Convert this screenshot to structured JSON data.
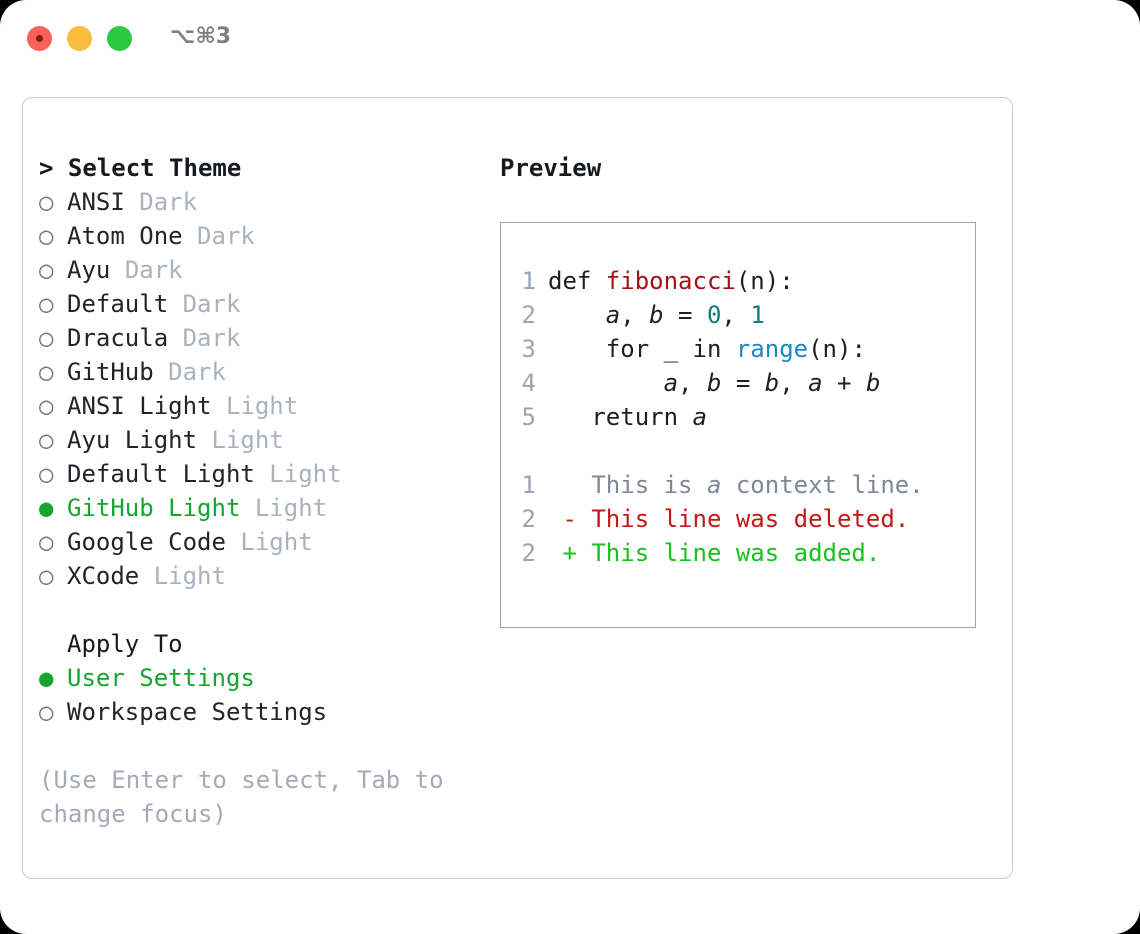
{
  "titlebar": {
    "shortcut": "⌥⌘3",
    "buttons": [
      "close",
      "minimize",
      "maximize"
    ]
  },
  "left": {
    "heading": "> Select Theme",
    "themes": [
      {
        "bullet": "○",
        "name": "ANSI",
        "variant": "Dark",
        "selected": false
      },
      {
        "bullet": "○",
        "name": "Atom One",
        "variant": "Dark",
        "selected": false
      },
      {
        "bullet": "○",
        "name": "Ayu",
        "variant": "Dark",
        "selected": false
      },
      {
        "bullet": "○",
        "name": "Default",
        "variant": "Dark",
        "selected": false
      },
      {
        "bullet": "○",
        "name": "Dracula",
        "variant": "Dark",
        "selected": false
      },
      {
        "bullet": "○",
        "name": "GitHub",
        "variant": "Dark",
        "selected": false
      },
      {
        "bullet": "○",
        "name": "ANSI Light",
        "variant": "Light",
        "selected": false
      },
      {
        "bullet": "○",
        "name": "Ayu Light",
        "variant": "Light",
        "selected": false
      },
      {
        "bullet": "○",
        "name": "Default Light",
        "variant": "Light",
        "selected": false
      },
      {
        "bullet": "●",
        "name": "GitHub Light",
        "variant": "Light",
        "selected": true
      },
      {
        "bullet": "○",
        "name": "Google Code",
        "variant": "Light",
        "selected": false
      },
      {
        "bullet": "○",
        "name": "XCode",
        "variant": "Light",
        "selected": false
      }
    ],
    "apply_to_heading": "Apply To",
    "apply_to": [
      {
        "bullet": "●",
        "name": "User Settings",
        "selected": true
      },
      {
        "bullet": "○",
        "name": "Workspace Settings",
        "selected": false
      }
    ],
    "hint": "(Use Enter to select, Tab to change focus)"
  },
  "right": {
    "preview_label": "Preview",
    "code_lines": [
      {
        "num": "1",
        "tokens": [
          {
            "t": "def ",
            "c": "plain"
          },
          {
            "t": "fibonacci",
            "c": "fn"
          },
          {
            "t": "(n):",
            "c": "plain"
          }
        ]
      },
      {
        "num": "2",
        "tokens": [
          {
            "t": "    ",
            "c": "plain"
          },
          {
            "t": "a",
            "c": "var"
          },
          {
            "t": ", ",
            "c": "plain"
          },
          {
            "t": "b",
            "c": "var"
          },
          {
            "t": " = ",
            "c": "plain"
          },
          {
            "t": "0",
            "c": "num"
          },
          {
            "t": ", ",
            "c": "plain"
          },
          {
            "t": "1",
            "c": "num"
          }
        ]
      },
      {
        "num": "3",
        "tokens": [
          {
            "t": "    for _ in ",
            "c": "plain"
          },
          {
            "t": "range",
            "c": "call"
          },
          {
            "t": "(n):",
            "c": "plain"
          }
        ]
      },
      {
        "num": "4",
        "tokens": [
          {
            "t": "        ",
            "c": "plain"
          },
          {
            "t": "a",
            "c": "var"
          },
          {
            "t": ", ",
            "c": "plain"
          },
          {
            "t": "b",
            "c": "var"
          },
          {
            "t": " = ",
            "c": "plain"
          },
          {
            "t": "b",
            "c": "var"
          },
          {
            "t": ", ",
            "c": "plain"
          },
          {
            "t": "a",
            "c": "var"
          },
          {
            "t": " + ",
            "c": "plain"
          },
          {
            "t": "b",
            "c": "var"
          }
        ]
      },
      {
        "num": "5",
        "tokens": [
          {
            "t": "   return ",
            "c": "plain"
          },
          {
            "t": "a",
            "c": "var"
          }
        ]
      },
      {
        "num": "",
        "tokens": []
      },
      {
        "num": "1",
        "tokens": [
          {
            "t": "   This is ",
            "c": "ctx"
          },
          {
            "t": "a",
            "c": "ctxvar"
          },
          {
            "t": " context line.",
            "c": "ctx"
          }
        ]
      },
      {
        "num": "2",
        "tokens": [
          {
            "t": " - This line was deleted.",
            "c": "del"
          }
        ]
      },
      {
        "num": "2",
        "tokens": [
          {
            "t": " + This line was added.",
            "c": "add"
          }
        ]
      }
    ]
  },
  "colors": {
    "selected_green": "#16a52e",
    "added_green": "#16c21c",
    "deleted_red": "#c01a16",
    "function_red": "#a01318",
    "number_teal": "#0d7c7a",
    "call_blue": "#1e86c8",
    "muted_gray": "#aab2be",
    "hint_gray": "#a3abb9",
    "border_gray": "#c3cbd6",
    "preview_border": "#98a2b2"
  }
}
